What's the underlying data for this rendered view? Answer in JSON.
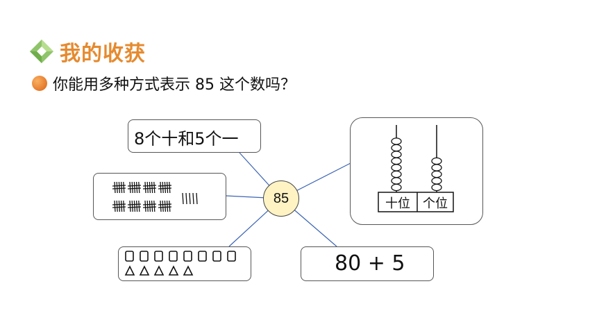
{
  "section_title": "我的收获",
  "question": "你能用多种方式表示 85 这个数吗？",
  "center_number": "85",
  "representations": {
    "words": "8个十和5个一",
    "addition": "80 + 5",
    "abacus": {
      "tens_label": "十位",
      "ones_label": "个位",
      "tens_beads": 8,
      "ones_beads": 5
    },
    "sticks": {
      "bundles_of_ten": 8,
      "single_sticks": 5
    },
    "shapes": {
      "squares": 8,
      "triangles": 5
    }
  },
  "colors": {
    "title": "#e58a2f",
    "connector": "#3c64b4",
    "center_fill": "#fff3c4"
  }
}
